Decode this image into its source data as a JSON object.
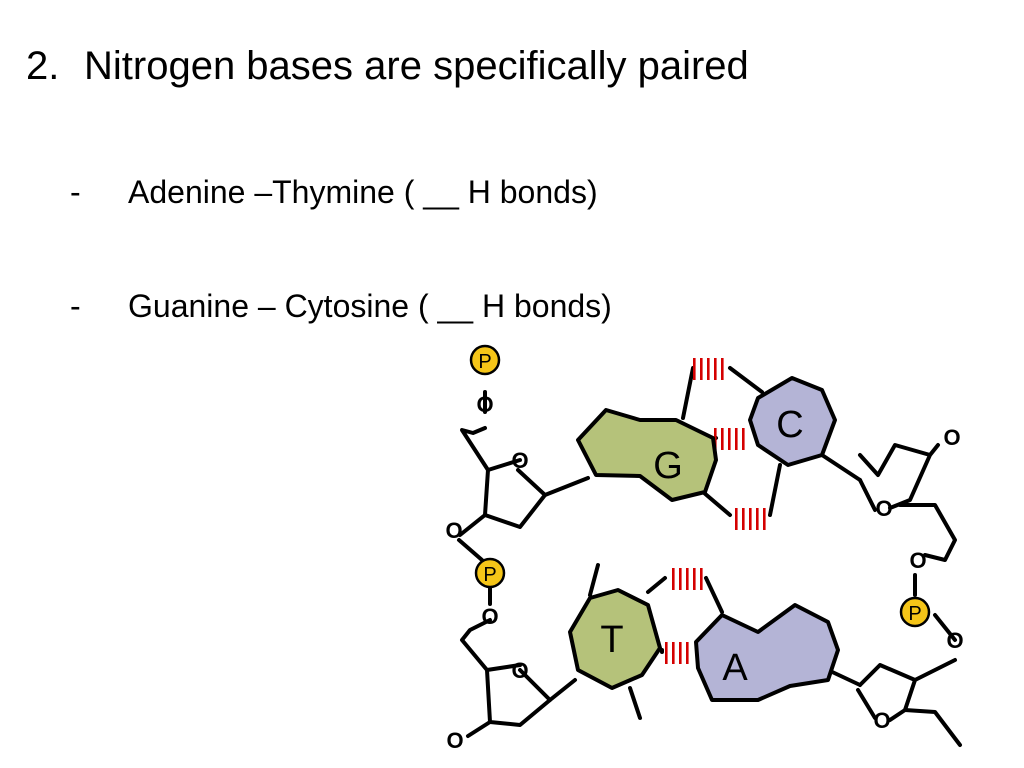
{
  "heading": {
    "number": "2.",
    "text": "Nitrogen bases are specifically paired"
  },
  "bullets": [
    {
      "marker": "-",
      "text": "Adenine –Thymine  ( __  H bonds)"
    },
    {
      "marker": "-",
      "text": "Guanine – Cytosine     ( __ H bonds)"
    }
  ],
  "diagram": {
    "bases": {
      "g": "G",
      "c": "C",
      "t": "T",
      "a": "A"
    },
    "phosphate": "P",
    "oxygen": "O",
    "colors": {
      "purine_green": "#b5c27a",
      "pyrimidine_purple": "#b4b4d6",
      "phosphate_yellow": "#f5c518",
      "hbond_red": "#d40000",
      "outline": "#000000"
    }
  }
}
